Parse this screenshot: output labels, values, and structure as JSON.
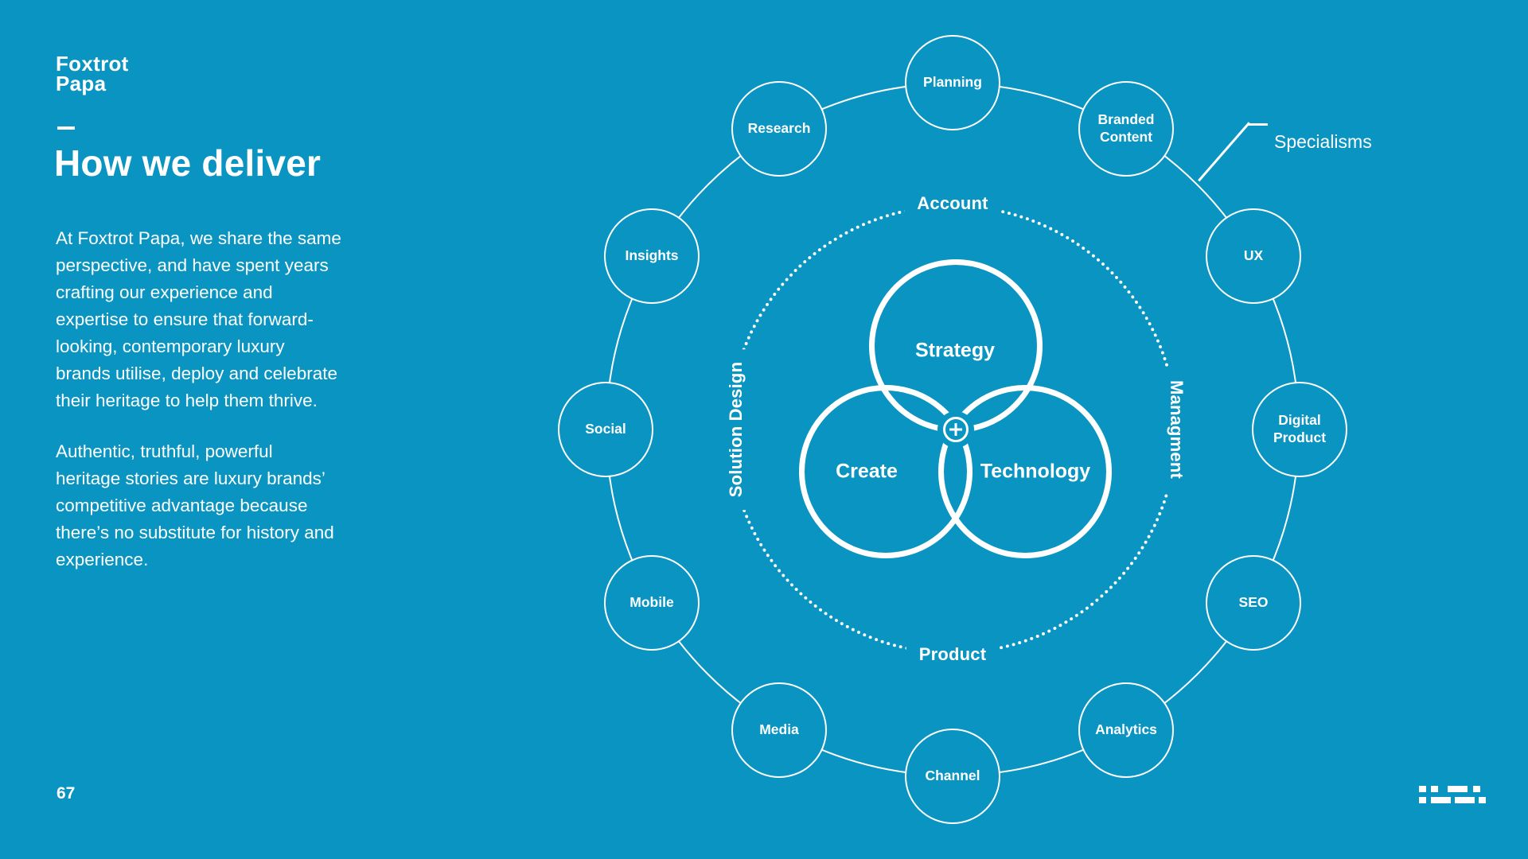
{
  "page": {
    "background_color": "#0A94C2",
    "text_color": "#FFFFFF",
    "logo": [
      "Foxtrot",
      "Papa"
    ],
    "heading": "How we deliver",
    "paragraph1": [
      "At Foxtrot Papa, we share the same",
      "perspective, and have spent years",
      "crafting our experience and",
      "expertise to ensure that forward-",
      "looking, contemporary luxury",
      "brands utilise, deploy and celebrate",
      "their heritage to help them thrive."
    ],
    "paragraph2": [
      "Authentic, truthful, powerful",
      "heritage stories are luxury brands’",
      "competitive advantage because",
      "there’s no substitute for history and",
      "experience."
    ],
    "page_number": "67"
  },
  "diagram": {
    "callout_label": "Specialisms",
    "outer_nodes": [
      {
        "label": "Planning"
      },
      {
        "label": "Branded Content"
      },
      {
        "label": "UX"
      },
      {
        "label": "Digital Product"
      },
      {
        "label": "SEO"
      },
      {
        "label": "Analytics"
      },
      {
        "label": "Channel"
      },
      {
        "label": "Media"
      },
      {
        "label": "Mobile"
      },
      {
        "label": "Social"
      },
      {
        "label": "Insights"
      },
      {
        "label": "Research"
      }
    ],
    "ring_labels": {
      "top": "Account",
      "right": "Managment",
      "bottom": "Product",
      "left": "Solution Design"
    },
    "venn": {
      "top": "Strategy",
      "left": "Create",
      "right": "Technology"
    },
    "center_icon": "plus-in-circle"
  }
}
